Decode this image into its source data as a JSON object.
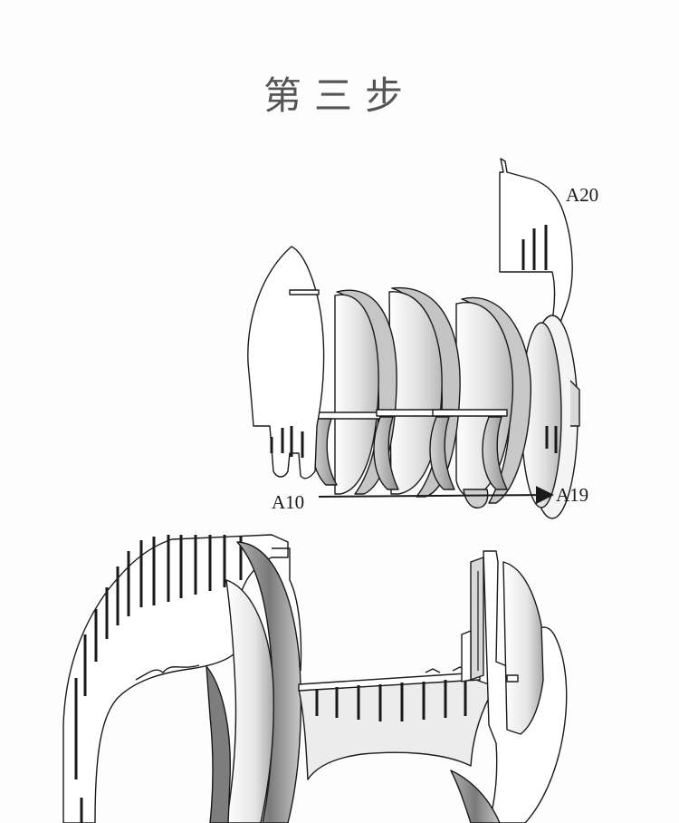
{
  "title": "第三步",
  "labels": {
    "a20": "A20",
    "a10": "A10",
    "a19": "A19"
  },
  "colors": {
    "line": "#1a1a1a",
    "paper": "#ffffff",
    "shade_light": "#e8e8e8",
    "shade_mid": "#cfcfcf",
    "shade_dark": "#9a9a9a"
  }
}
